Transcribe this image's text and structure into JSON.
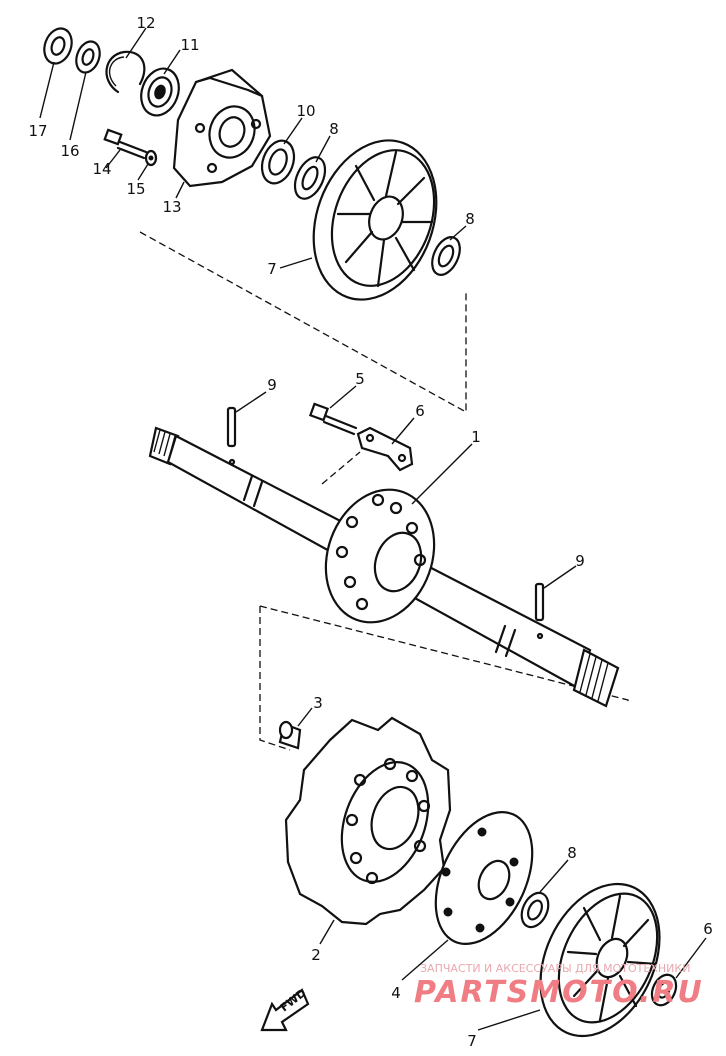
{
  "parts": [
    {
      "no": "1",
      "name": "axle-shaft"
    },
    {
      "no": "2",
      "name": "drive-sprocket"
    },
    {
      "no": "3",
      "name": "collar"
    },
    {
      "no": "4",
      "name": "sprocket-plate"
    },
    {
      "no": "5",
      "name": "bolt"
    },
    {
      "no": "6",
      "name": "bracket"
    },
    {
      "no": "7",
      "name": "wheel"
    },
    {
      "no": "8",
      "name": "washer"
    },
    {
      "no": "9",
      "name": "pin"
    },
    {
      "no": "10",
      "name": "oil-seal"
    },
    {
      "no": "11",
      "name": "bearing"
    },
    {
      "no": "12",
      "name": "circlip"
    },
    {
      "no": "13",
      "name": "bearing-housing"
    },
    {
      "no": "14",
      "name": "bolt"
    },
    {
      "no": "15",
      "name": "lock-washer"
    },
    {
      "no": "16",
      "name": "washer"
    },
    {
      "no": "17",
      "name": "nut"
    }
  ],
  "callouts": {
    "c12": "12",
    "c11": "11",
    "c10": "10",
    "c8a": "8",
    "c17": "17",
    "c16": "16",
    "c14": "14",
    "c15": "15",
    "c13": "13",
    "c8b": "8",
    "c7a": "7",
    "c9a": "9",
    "c5": "5",
    "c6a": "6",
    "c1": "1",
    "c9b": "9",
    "c3": "3",
    "c8c": "8",
    "c2": "2",
    "c4": "4",
    "c6b": "6",
    "c7b": "7"
  },
  "fwd_label": "FWD",
  "watermark": {
    "caption": "ЗАПЧАСТИ И АКСЕССУАРЫ ДЛЯ МОТОТЕХНИКИ",
    "brand": "PARTSMOTO.RU"
  }
}
